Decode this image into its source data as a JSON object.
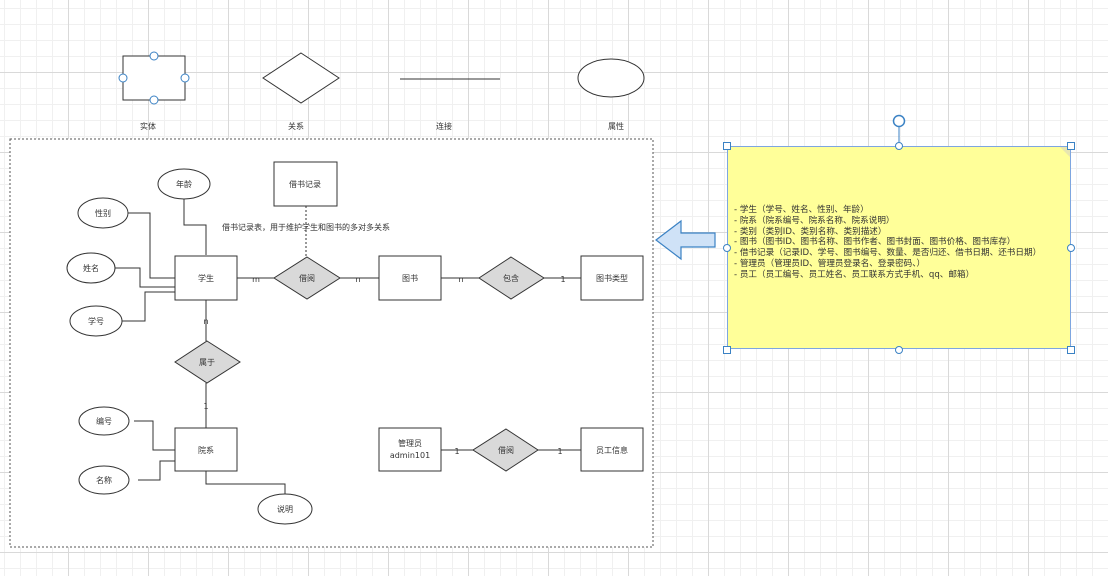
{
  "legend": {
    "entity": "实体",
    "relation": "关系",
    "connection": "连接",
    "attribute": "属性"
  },
  "entities": {
    "student": "学生",
    "book": "图书",
    "book_type": "图书类型",
    "borrow_record": "借书记录",
    "department": "院系",
    "admin_line1": "管理员",
    "admin_line2": "admin101",
    "staff_info": "员工信息"
  },
  "relations": {
    "borrow1": "借阅",
    "contain": "包含",
    "belong": "属于",
    "borrow2": "借阅"
  },
  "attributes": {
    "age": "年龄",
    "gender": "性别",
    "name": "姓名",
    "student_id": "学号",
    "dept_no": "编号",
    "dept_name": "名称",
    "dept_desc": "说明"
  },
  "annotation": "借书记录表，用于维护学生和图书的多对多关系",
  "cardinality": {
    "student_borrow": "m",
    "borrow_book": "n",
    "book_contain": "n",
    "contain_type": "1",
    "student_belong": "n",
    "belong_dept": "1",
    "admin_borrow": "1",
    "borrow_staff": "1"
  },
  "note": {
    "lines": [
      "- 学生（学号、姓名、性别、年龄）",
      "- 院系（院系编号、院系名称、院系说明）",
      "- 类别（类别ID、类别名称、类别描述）",
      "- 图书（图书ID、图书名称、图书作者、图书封面、图书价格、图书库存）",
      "- 借书记录（记录ID、学号、图书编号、数量、是否归还、借书日期、还书日期）",
      "- 管理员（管理员ID、管理员登录名、登录密码、）",
      "- 员工（员工编号、员工姓名、员工联系方式手机、qq、邮箱）"
    ]
  },
  "colors": {
    "note_fill": "#ffff99",
    "selection": "#3b82c4",
    "arrow_fill": "#cfe2f7",
    "relation_fill": "#d9d9d9"
  }
}
